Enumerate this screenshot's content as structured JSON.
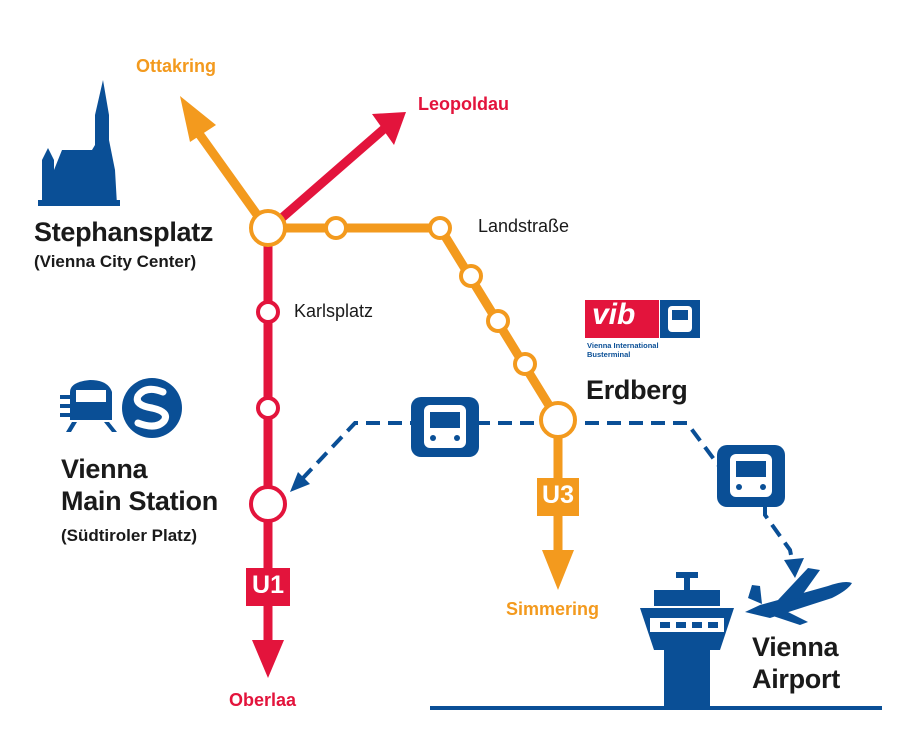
{
  "destinations": {
    "ottakring": "Ottakring",
    "leopoldau": "Leopoldau",
    "simmering": "Simmering",
    "oberlaa": "Oberlaa"
  },
  "stations": {
    "stephansplatz": "Stephansplatz",
    "stephansplatz_sub": "(Vienna City Center)",
    "karlsplatz": "Karlsplatz",
    "landstrasse": "Landstraße",
    "erdberg": "Erdberg",
    "main_station_line1": "Vienna",
    "main_station_line2": "Main Station",
    "main_station_sub": "(Südtiroler Platz)",
    "airport_line1": "Vienna",
    "airport_line2": "Airport"
  },
  "lines": {
    "u1": "U1",
    "u3": "U3"
  },
  "vib": {
    "logo": "vib",
    "subtitle_line1": "Vienna International",
    "subtitle_line2": "Busterminal"
  },
  "colors": {
    "u1_red": "#e3143c",
    "u3_orange": "#f39a1e",
    "blue": "#0a4f96"
  }
}
